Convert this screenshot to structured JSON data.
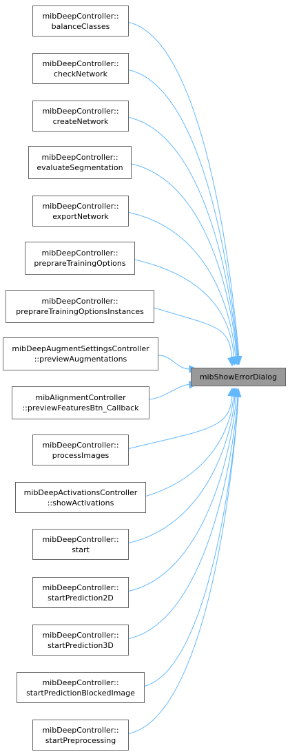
{
  "colors": {
    "edge": "#63b8ff",
    "node_border": "#666666",
    "node_fill": "#ffffff",
    "target_fill": "#999999"
  },
  "target": {
    "label": "mibShowErrorDialog"
  },
  "callers": [
    {
      "line1": "mibDeepController::",
      "line2": "balanceClasses"
    },
    {
      "line1": "mibDeepController::",
      "line2": "checkNetwork"
    },
    {
      "line1": "mibDeepController::",
      "line2": "createNetwork"
    },
    {
      "line1": "mibDeepController::",
      "line2": "evaluateSegmentation"
    },
    {
      "line1": "mibDeepController::",
      "line2": "exportNetwork"
    },
    {
      "line1": "mibDeepController::",
      "line2": "preprareTrainingOptions"
    },
    {
      "line1": "mibDeepController::",
      "line2": "preprareTrainingOptionsInstances"
    },
    {
      "line1": "mibDeepAugmentSettingsController",
      "line2": "::previewAugmentations"
    },
    {
      "line1": "mibAlignmentController",
      "line2": "::previewFeaturesBtn_Callback"
    },
    {
      "line1": "mibDeepController::",
      "line2": "processImages"
    },
    {
      "line1": "mibDeepActivationsController",
      "line2": "::showActivations"
    },
    {
      "line1": "mibDeepController::",
      "line2": "start"
    },
    {
      "line1": "mibDeepController::",
      "line2": "startPrediction2D"
    },
    {
      "line1": "mibDeepController::",
      "line2": "startPrediction3D"
    },
    {
      "line1": "mibDeepController::",
      "line2": "startPredictionBlockedImage"
    },
    {
      "line1": "mibDeepController::",
      "line2": "startPreprocessing"
    }
  ]
}
